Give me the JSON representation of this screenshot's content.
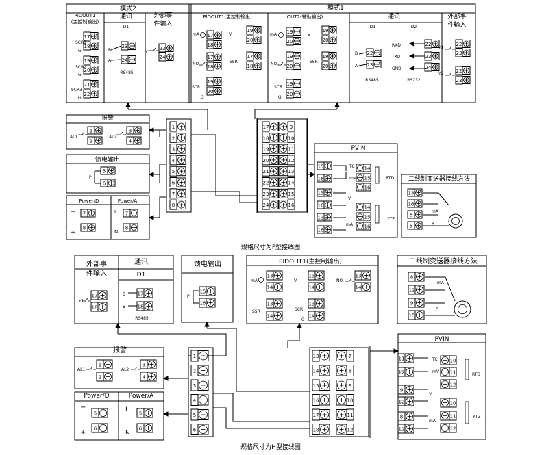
{
  "captions": {
    "f": "规格尺寸为F型接线图",
    "h": "规格尺寸为H型接线图"
  },
  "titles": {
    "mode2": "模式2",
    "mode1": "模式1",
    "pidout1_ctrl": "PIDOUT1(主控制输出)",
    "pidout1": "PIDOUT1",
    "main_ctrl_paren": "(主控制输出)",
    "out2_aux": "OUT2(辅助输出)",
    "comm": "通讯",
    "ext_input_1": "外部事",
    "ext_input_2": "件输入",
    "alarm": "报警",
    "feed_output": "馈电输出",
    "power_d": "Power/D",
    "power_a": "Power/A",
    "pvin": "PVIN",
    "two_wire": "二线制变送器接线方法"
  },
  "labels": {
    "d1": "D1",
    "d2": "D2",
    "rs485": "RS485",
    "rs232": "RS232",
    "scr1": "SCR1",
    "scr2": "SCR2",
    "scr3": "SCR3",
    "scr": "SCR",
    "ssr": "SSR",
    "g": "G",
    "ma": "mA",
    "v": "V",
    "no": "NO",
    "b": "B",
    "a": "A",
    "y1": "Y1",
    "y2": "Y2",
    "al1": "AL1",
    "al2": "AL2",
    "p": "P",
    "rxd": "RXD",
    "txd": "TXD",
    "gnd": "GND",
    "tc": "TC",
    "mv": "mV",
    "rtd": "RTD",
    "ytz": "YTZ",
    "l": "L",
    "n": "N",
    "plus": "+",
    "minus": "−"
  },
  "terminals": {
    "f_left": [
      "1",
      "2",
      "3",
      "4",
      "5",
      "6",
      "7",
      "8"
    ],
    "f_right_l": [
      "17",
      "18",
      "19",
      "20",
      "21",
      "22",
      "23",
      "24"
    ],
    "f_right_r": [
      "9",
      "10",
      "11",
      "12",
      "13",
      "14",
      "15",
      "16"
    ],
    "h_left": [
      "1",
      "2",
      "3",
      "4",
      "5",
      "6"
    ],
    "h_right_l": [
      "13",
      "14",
      "15",
      "16",
      "17",
      "18"
    ],
    "h_right_r": [
      "7",
      "8",
      "9",
      "10",
      "11",
      "12"
    ]
  }
}
